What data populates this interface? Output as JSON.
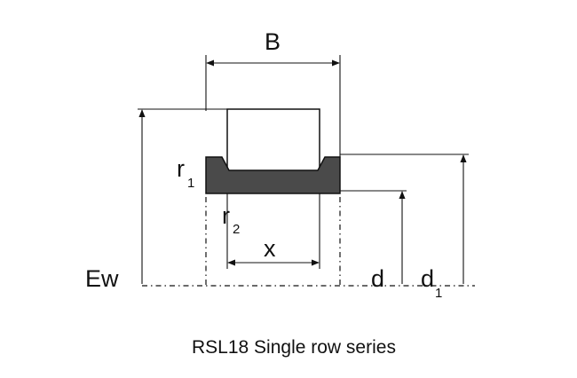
{
  "diagram": {
    "labels": {
      "B": "B",
      "r1": "r",
      "r1_sub": "1",
      "r2": "r",
      "r2_sub": "2",
      "x": "x",
      "Ew": "Ew",
      "d": "d",
      "d1": "d",
      "d1_sub": "1"
    },
    "caption": "RSL18 Single row series",
    "colors": {
      "line": "#111111",
      "cage_fill": "#4a4a4a",
      "background": "#ffffff"
    }
  }
}
